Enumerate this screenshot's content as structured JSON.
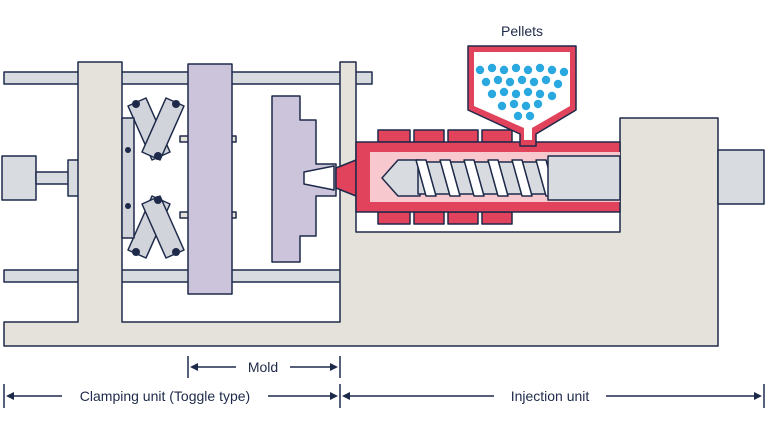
{
  "labels": {
    "pellets": "Pellets",
    "mold": "Mold",
    "clamping_unit": "Clamping unit (Toggle type)",
    "injection_unit": "Injection unit"
  },
  "colors": {
    "outline": "#1e2a4a",
    "frame": "#e4e2da",
    "mold": "#cbc4da",
    "barrel_red": "#e0435b",
    "barrel_light": "#f7c9cf",
    "metal": "#d8dbe0",
    "pellet": "#29a9e0"
  }
}
